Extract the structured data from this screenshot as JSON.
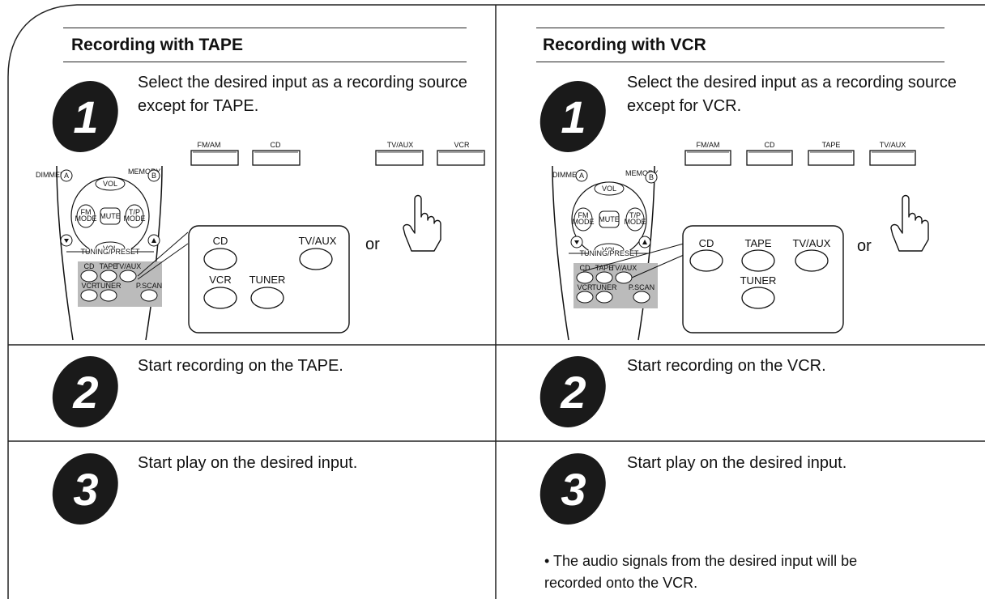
{
  "left": {
    "title": "Recording with TAPE",
    "step1": {
      "num": "1",
      "text": "Select the desired input as a recording source except for TAPE."
    },
    "panel_buttons": [
      "FM/AM",
      "CD",
      "TV/AUX",
      "VCR"
    ],
    "remote_labels": {
      "cd": "CD",
      "tvaux": "TV/AUX",
      "vcr": "VCR",
      "tuner": "TUNER"
    },
    "or": "or",
    "step2": {
      "num": "2",
      "text": "Start recording on the TAPE."
    },
    "step3": {
      "num": "3",
      "text": "Start play on the desired input."
    }
  },
  "right": {
    "title": "Recording with VCR",
    "step1": {
      "num": "1",
      "text": "Select the desired input as a recording source except for VCR."
    },
    "panel_buttons": [
      "FM/AM",
      "CD",
      "TAPE",
      "TV/AUX"
    ],
    "remote_labels": {
      "cd": "CD",
      "tape": "TAPE",
      "tvaux": "TV/AUX",
      "tuner": "TUNER"
    },
    "or": "or",
    "step2": {
      "num": "2",
      "text": "Start recording on the VCR."
    },
    "step3": {
      "num": "3",
      "text": "Start play on the desired input."
    },
    "note": "• The audio signals from the desired input will be recorded onto the VCR."
  },
  "remote_small": {
    "dimmer": "DIMMER",
    "a": "A",
    "memory": "MEMORY",
    "b": "B",
    "vol": "VOL",
    "fm_mode_1": "FM",
    "fm_mode_2": "MODE",
    "mute": "MUTE",
    "tp_1": "T/P",
    "tp_2": "MODE",
    "tuning": "TUNING/PRESET",
    "cd": "CD",
    "tape": "TAPE",
    "tvaux": "TV/AUX",
    "vcr": "VCR",
    "tuner": "TUNER",
    "pscan": "P.SCAN"
  }
}
